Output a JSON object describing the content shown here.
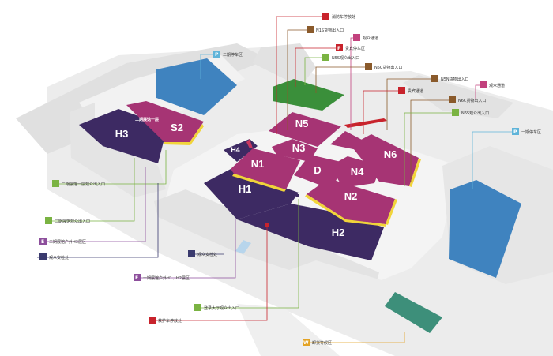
{
  "halls": {
    "h1": "H1",
    "h2": "H2",
    "h3": "H3",
    "h4": "H4",
    "s2": "S2",
    "s2_sub": "二期展馆一层",
    "n1": "N1",
    "n2": "N2",
    "n3": "N3",
    "n4": "N4",
    "n5": "N5",
    "n6": "N6",
    "d": "D"
  },
  "labels": {
    "fire_parking": "消防车停放处",
    "n1s_cargo": "N1S货物出入口",
    "vis_channel_1": "观众通道",
    "vip_parking": "贵宾停车区",
    "n5s_exit": "N5S观众出入口",
    "n5c_cargo": "N5C货物出入口",
    "n5n_cargo": "N5N货物出入口",
    "vis_channel_2": "观众通道",
    "vip_channel": "贵宾通道",
    "n6c_cargo": "N6C货物出入口",
    "n6s_exit": "N6S观众出入口",
    "phase1_parking": "一期停车区",
    "phase2_parking": "二期停车区",
    "p2_floor1_exit": "二期展馆一层观众出入口",
    "p2_exit": "二期展馆观众出入口",
    "p2_outdoor_h3": "二期展馆户外H3展区",
    "vis_security_1": "观众安检处",
    "vis_security_2": "观众安检处",
    "p1_outdoor": "一期展馆户外H1、H2展区",
    "lobby_exit": "登录大厅观众出入口",
    "ambulance": "救护车停放处",
    "cargo_wait": "卸货等候区"
  },
  "icons": {
    "parking": "P",
    "outdoor": "E",
    "cargo_wait": "W"
  },
  "colors": {
    "hall_magenta": "#a63474",
    "hall_purple": "#3d2a63",
    "ground": "#e6e6e6",
    "road": "#f4f4f4",
    "parking_blue": "#3f83bf",
    "green_zone": "#3a8f3a",
    "teal_zone": "#3d8f7a",
    "yellow_edge": "#f1d43a",
    "red_line": "#c8232c",
    "brown_line": "#8a5a2b",
    "green_line": "#7ab342",
    "pink_line": "#c2417d",
    "cyan_line": "#5fb4d9",
    "purple_line": "#8d4f9c",
    "orange_line": "#e3a325",
    "navy_line": "#3a3a6e"
  }
}
